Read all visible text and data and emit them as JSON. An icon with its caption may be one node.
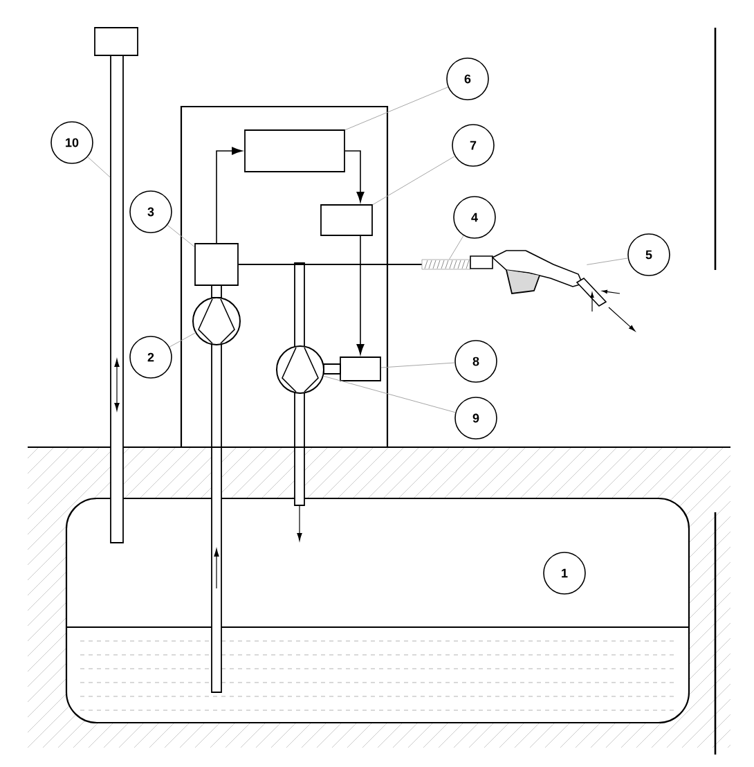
{
  "diagram": {
    "nodes": [
      {
        "text": [
          "10"
        ]
      },
      {
        "text": [],
        "shape": "bar"
      },
      {
        "text": [],
        "shape": "box"
      },
      {
        "text": [
          "3"
        ]
      },
      {
        "text": [],
        "shape": "box",
        "in": 2
      },
      {
        "text": [
          "2"
        ]
      },
      {
        "text": [],
        "shape": "circle",
        "in": 2
      },
      {
        "text": [
          "6"
        ]
      },
      {
        "text": [],
        "shape": "box",
        "in": 2
      },
      {
        "text": [
          "7"
        ]
      },
      {
        "text": [],
        "shape": "box",
        "in": 2
      },
      {
        "text": [
          "4"
        ]
      },
      {
        "text": [],
        "shape": "bar"
      },
      {
        "text": [
          "5"
        ]
      },
      {
        "text": [],
        "shape": "picture"
      },
      {
        "text": [
          "8"
        ]
      },
      {
        "text": [],
        "shape": "box",
        "in": 2
      },
      {
        "text": [
          "9"
        ]
      },
      {
        "text": [],
        "shape": "circle",
        "in": 2
      },
      {
        "text": [],
        "shape": "cylinder"
      },
      {
        "text": [
          "1"
        ],
        "in": 19
      }
    ],
    "edges": [
      {
        "from": 0,
        "to": 1,
        "arrow": "none"
      },
      {
        "from": 3,
        "to": 4,
        "arrow": "none"
      },
      {
        "from": 5,
        "to": 6,
        "arrow": "none"
      },
      {
        "from": 7,
        "to": 8,
        "arrow": "none"
      },
      {
        "from": 9,
        "to": 10,
        "arrow": "none"
      },
      {
        "from": 11,
        "to": 12,
        "arrow": "none"
      },
      {
        "from": 13,
        "to": 14,
        "arrow": "none"
      },
      {
        "from": 15,
        "to": 16,
        "arrow": "none"
      },
      {
        "from": 17,
        "to": 18,
        "arrow": "none"
      },
      {
        "from": 4,
        "to": 8,
        "arrow": "to",
        "color": "#000000"
      },
      {
        "from": 8,
        "to": 10,
        "arrow": "to",
        "color": "#000000"
      },
      {
        "from": 10,
        "to": 16,
        "arrow": "to",
        "color": "#000000"
      },
      {
        "from": 4,
        "to": 12,
        "arrow": "none",
        "color": "#000000"
      }
    ]
  }
}
